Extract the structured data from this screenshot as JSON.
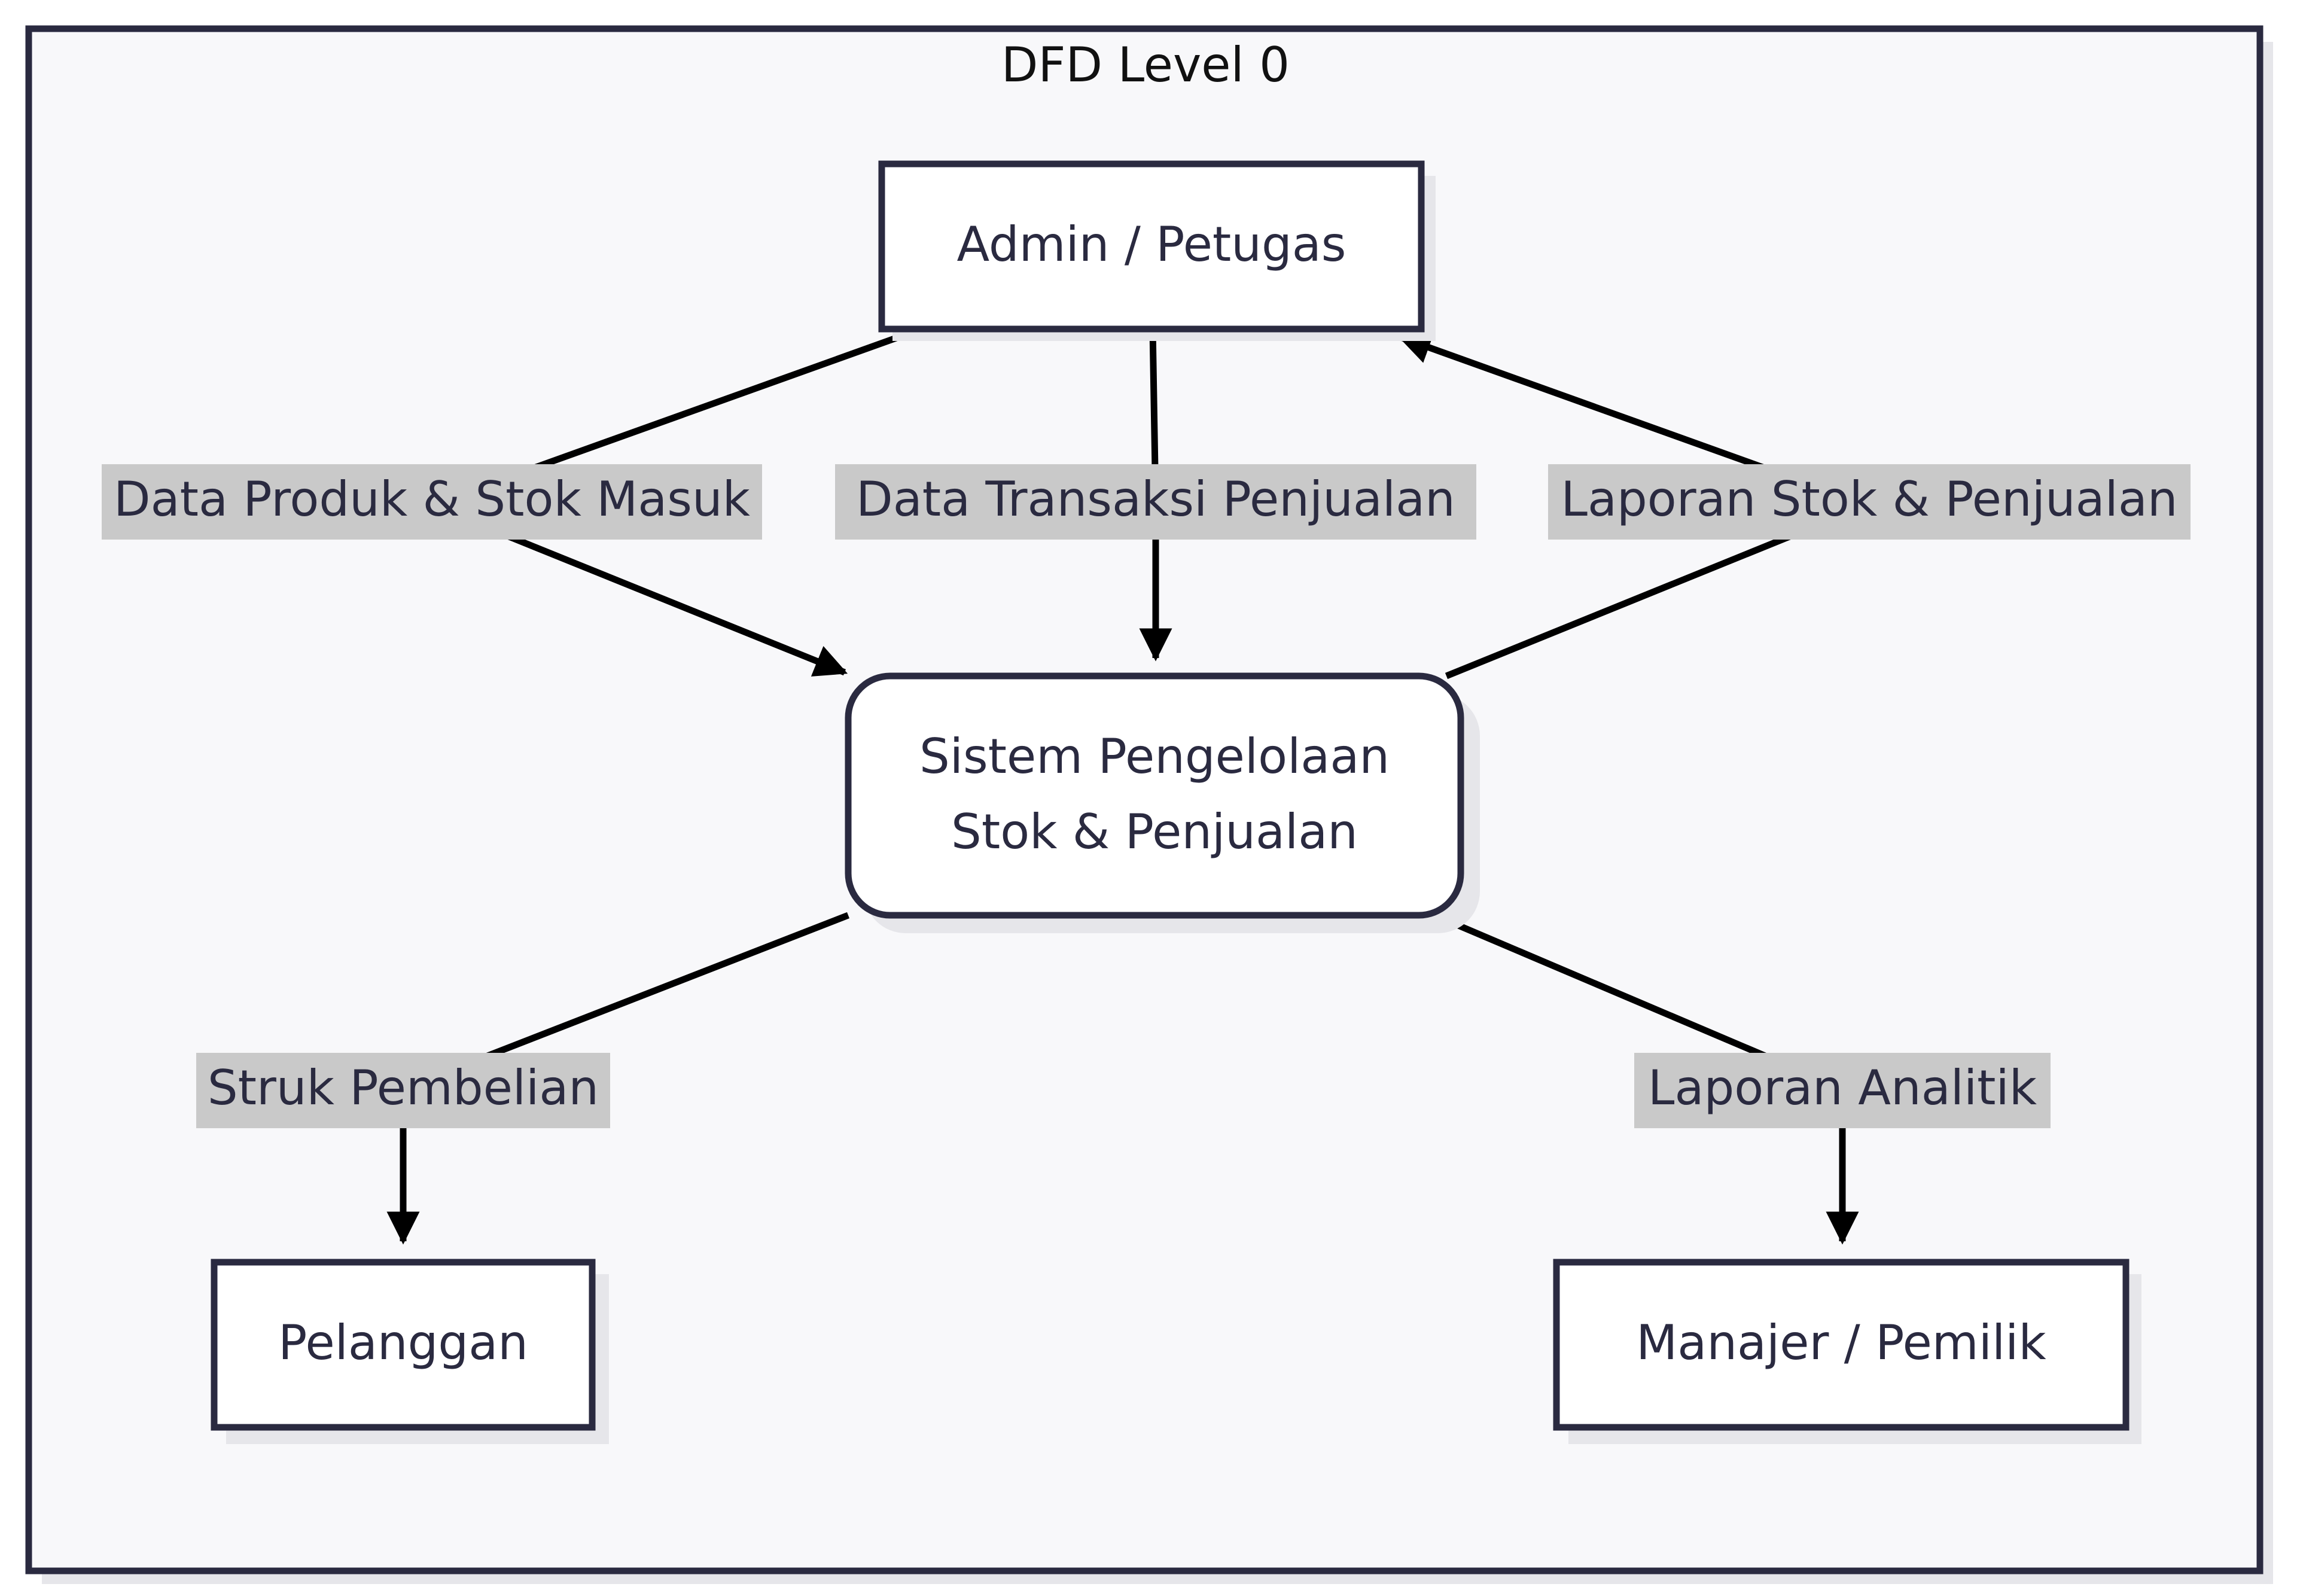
{
  "title": "DFD Level 0",
  "colors": {
    "frame_background": "#f8f8fa",
    "frame_border": "#2a2a40",
    "node_fill": "#ffffff",
    "node_border": "#2a2a40",
    "node_shadow": "#e6e6ea",
    "edge_label_background": "#c9c9c9",
    "text": "#2a2a40",
    "arrow": "#000000"
  },
  "nodes": {
    "admin": {
      "label": "Admin / Petugas",
      "kind": "external-entity"
    },
    "system": {
      "label_line1": "Sistem Pengelolaan",
      "label_line2": "Stok & Penjualan",
      "kind": "process"
    },
    "pelanggan": {
      "label": "Pelanggan",
      "kind": "external-entity"
    },
    "manajer": {
      "label": "Manajer / Pemilik",
      "kind": "external-entity"
    }
  },
  "flows": [
    {
      "label": "Data Produk & Stok Masuk",
      "from": "Admin / Petugas",
      "to": "Sistem Pengelolaan Stok & Penjualan"
    },
    {
      "label": "Data Transaksi Penjualan",
      "from": "Admin / Petugas",
      "to": "Sistem Pengelolaan Stok & Penjualan"
    },
    {
      "label": "Laporan Stok & Penjualan",
      "from": "Sistem Pengelolaan Stok & Penjualan",
      "to": "Admin / Petugas"
    },
    {
      "label": "Struk Pembelian",
      "from": "Sistem Pengelolaan Stok & Penjualan",
      "to": "Pelanggan"
    },
    {
      "label": "Laporan Analitik",
      "from": "Sistem Pengelolaan Stok & Penjualan",
      "to": "Manajer / Pemilik"
    }
  ]
}
